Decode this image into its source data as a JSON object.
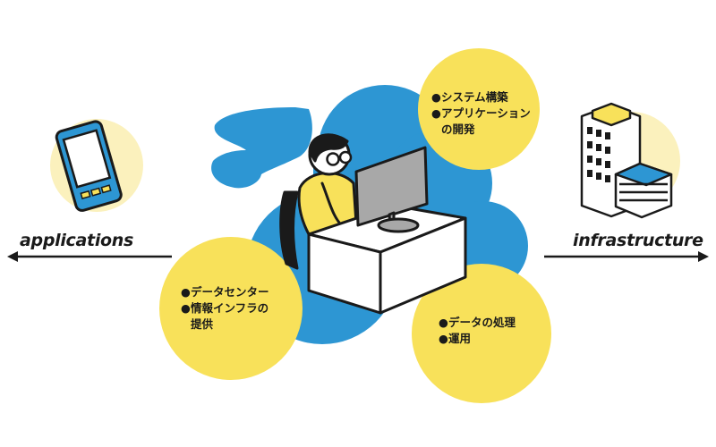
{
  "left_label": "applications",
  "right_label": "infrastructure",
  "bubble_top": {
    "items": [
      "システム構築",
      "アプリケーション"
    ],
    "continuation": "の開発"
  },
  "bubble_left": {
    "items": [
      "データセンター",
      "情報インフラの"
    ],
    "continuation": "提供"
  },
  "bubble_bottom": {
    "items": [
      "データの処理",
      "運用"
    ]
  },
  "bullet_char": "●",
  "colors": {
    "accent_yellow": "#f8e15a",
    "bubble_light_yellow": "#fbf1bd",
    "cloud_blue": "#2d96d3",
    "outline": "#1a1a1a"
  }
}
